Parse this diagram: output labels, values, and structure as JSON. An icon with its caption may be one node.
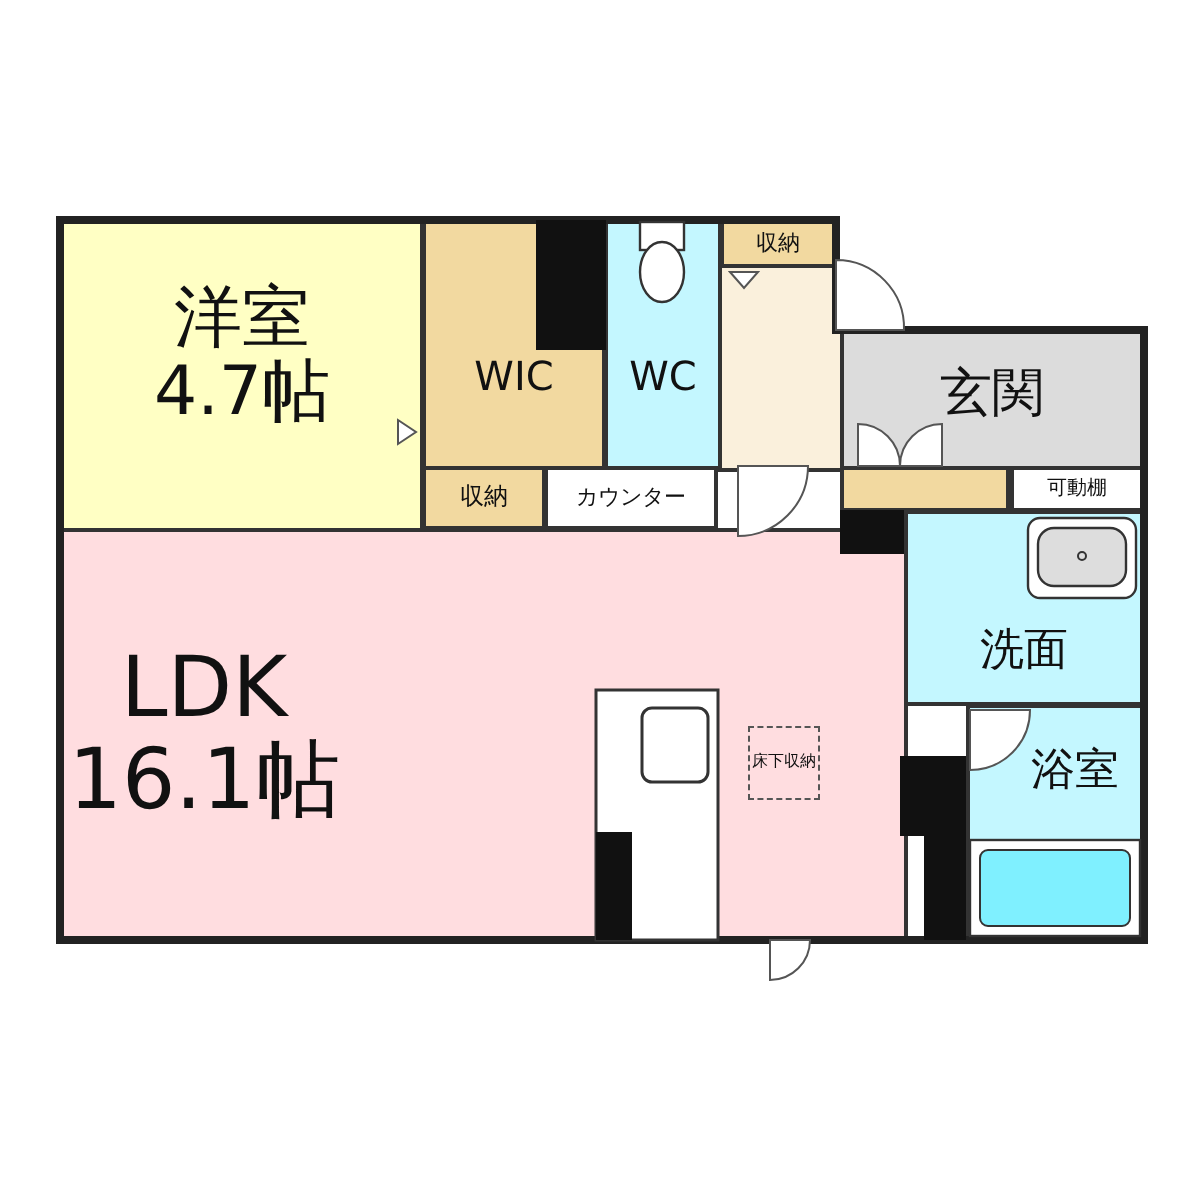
{
  "diagram": {
    "nodes": [
      {
        "text": [
          "洋室",
          "4.7帖"
        ]
      },
      {
        "text": [
          "WIC"
        ]
      },
      {
        "text": [
          "WC"
        ]
      },
      {
        "text": [
          "収納"
        ]
      },
      {
        "text": [
          "玄関"
        ]
      },
      {
        "text": [
          "収納"
        ]
      },
      {
        "text": [
          "カウンター"
        ]
      },
      {
        "text": [
          "可動棚"
        ]
      },
      {
        "text": [
          "LDK",
          "16.1帖"
        ]
      },
      {
        "text": [
          "床下収納"
        ],
        "in": 8
      },
      {
        "text": [
          "洗面"
        ]
      },
      {
        "text": [
          "浴室"
        ]
      },
      {
        "text": [],
        "shape": "box"
      }
    ]
  }
}
